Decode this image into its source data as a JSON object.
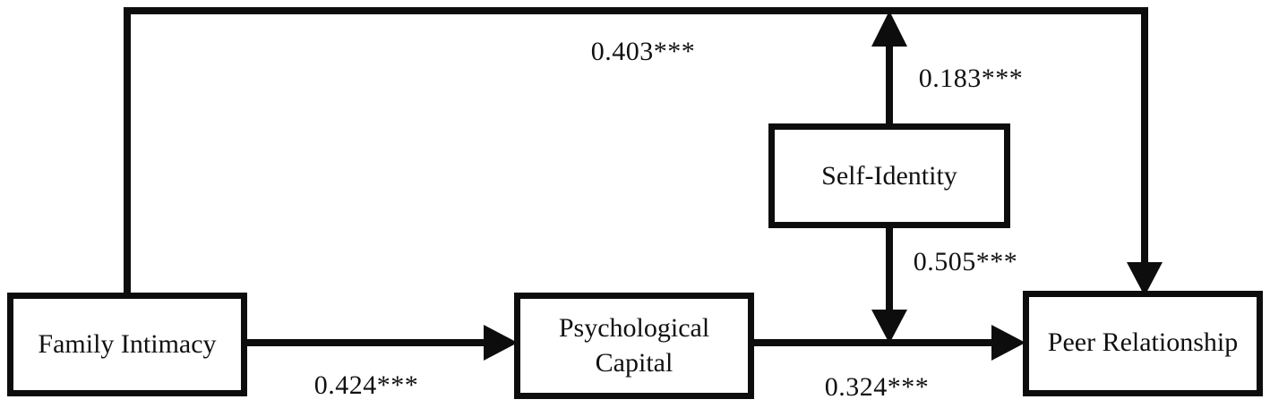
{
  "diagram": {
    "type": "path-analysis-model",
    "nodes": [
      {
        "id": "family-intimacy",
        "label": "Family Intimacy"
      },
      {
        "id": "psychological-capital",
        "label": "Psychological\nCapital"
      },
      {
        "id": "psychological-capital-line1",
        "label": "Psychological"
      },
      {
        "id": "psychological-capital-line2",
        "label": "Capital"
      },
      {
        "id": "self-identity",
        "label": "Self-Identity"
      },
      {
        "id": "peer-relationship",
        "label": "Peer Relationship"
      }
    ],
    "paths": [
      {
        "id": "family-intimacy-to-peer-relationship",
        "from": "family-intimacy",
        "to": "peer-relationship",
        "coefficient": "0.403***"
      },
      {
        "id": "family-intimacy-to-psychological-capital",
        "from": "family-intimacy",
        "to": "psychological-capital",
        "coefficient": "0.424***"
      },
      {
        "id": "self-identity-to-peer-relationship",
        "from": "self-identity",
        "to": "peer-relationship",
        "coefficient": "0.183***"
      },
      {
        "id": "psychological-capital-to-self-identity",
        "from": "psychological-capital",
        "to": "self-identity",
        "coefficient": "0.505***"
      },
      {
        "id": "psychological-capital-to-peer-relationship",
        "from": "psychological-capital",
        "to": "peer-relationship",
        "coefficient": "0.324***"
      }
    ],
    "colors": {
      "stroke": "#0d0d0d",
      "fill": "#ffffff",
      "text": "#111111"
    }
  }
}
